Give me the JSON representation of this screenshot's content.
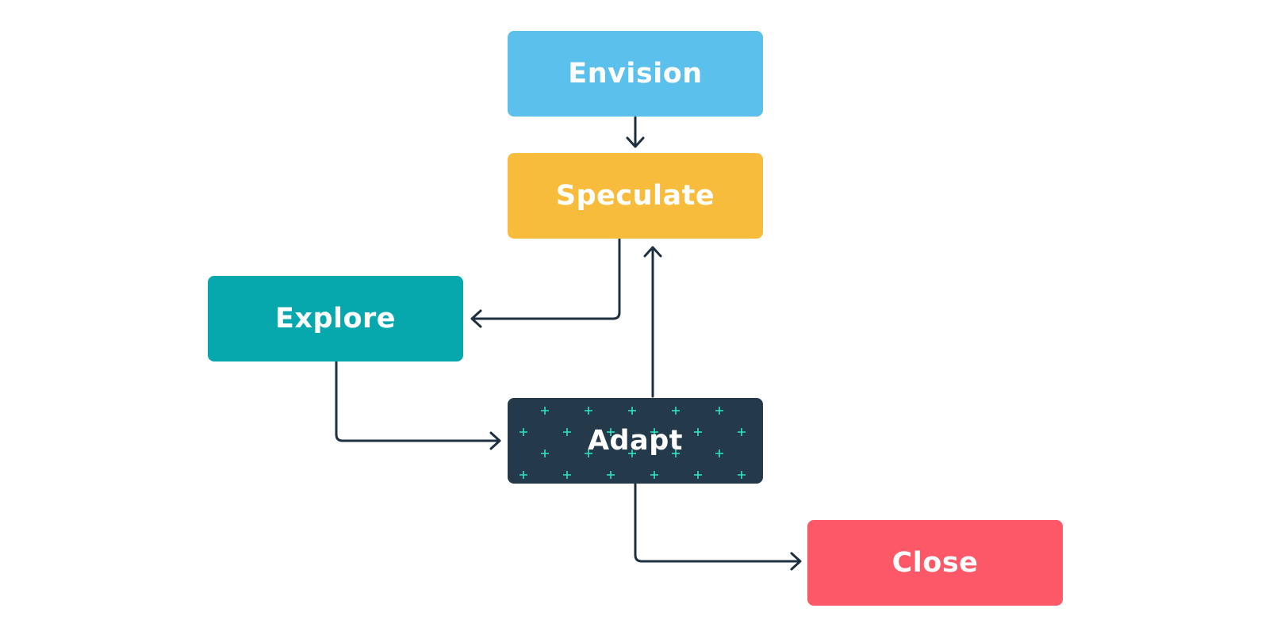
{
  "nodes": {
    "envision": {
      "label": "Envision",
      "color": "#5BC0EB"
    },
    "speculate": {
      "label": "Speculate",
      "color": "#F7BC3C"
    },
    "explore": {
      "label": "Explore",
      "color": "#07A8AD"
    },
    "adapt": {
      "label": "Adapt",
      "color": "#24394A",
      "pattern_color": "#2EE6C0"
    },
    "close": {
      "label": "Close",
      "color": "#FD5868"
    }
  },
  "connector_color": "#1E3040",
  "edges": [
    {
      "from": "envision",
      "to": "speculate"
    },
    {
      "from": "speculate",
      "to": "explore"
    },
    {
      "from": "explore",
      "to": "adapt"
    },
    {
      "from": "adapt",
      "to": "speculate"
    },
    {
      "from": "adapt",
      "to": "close"
    }
  ]
}
